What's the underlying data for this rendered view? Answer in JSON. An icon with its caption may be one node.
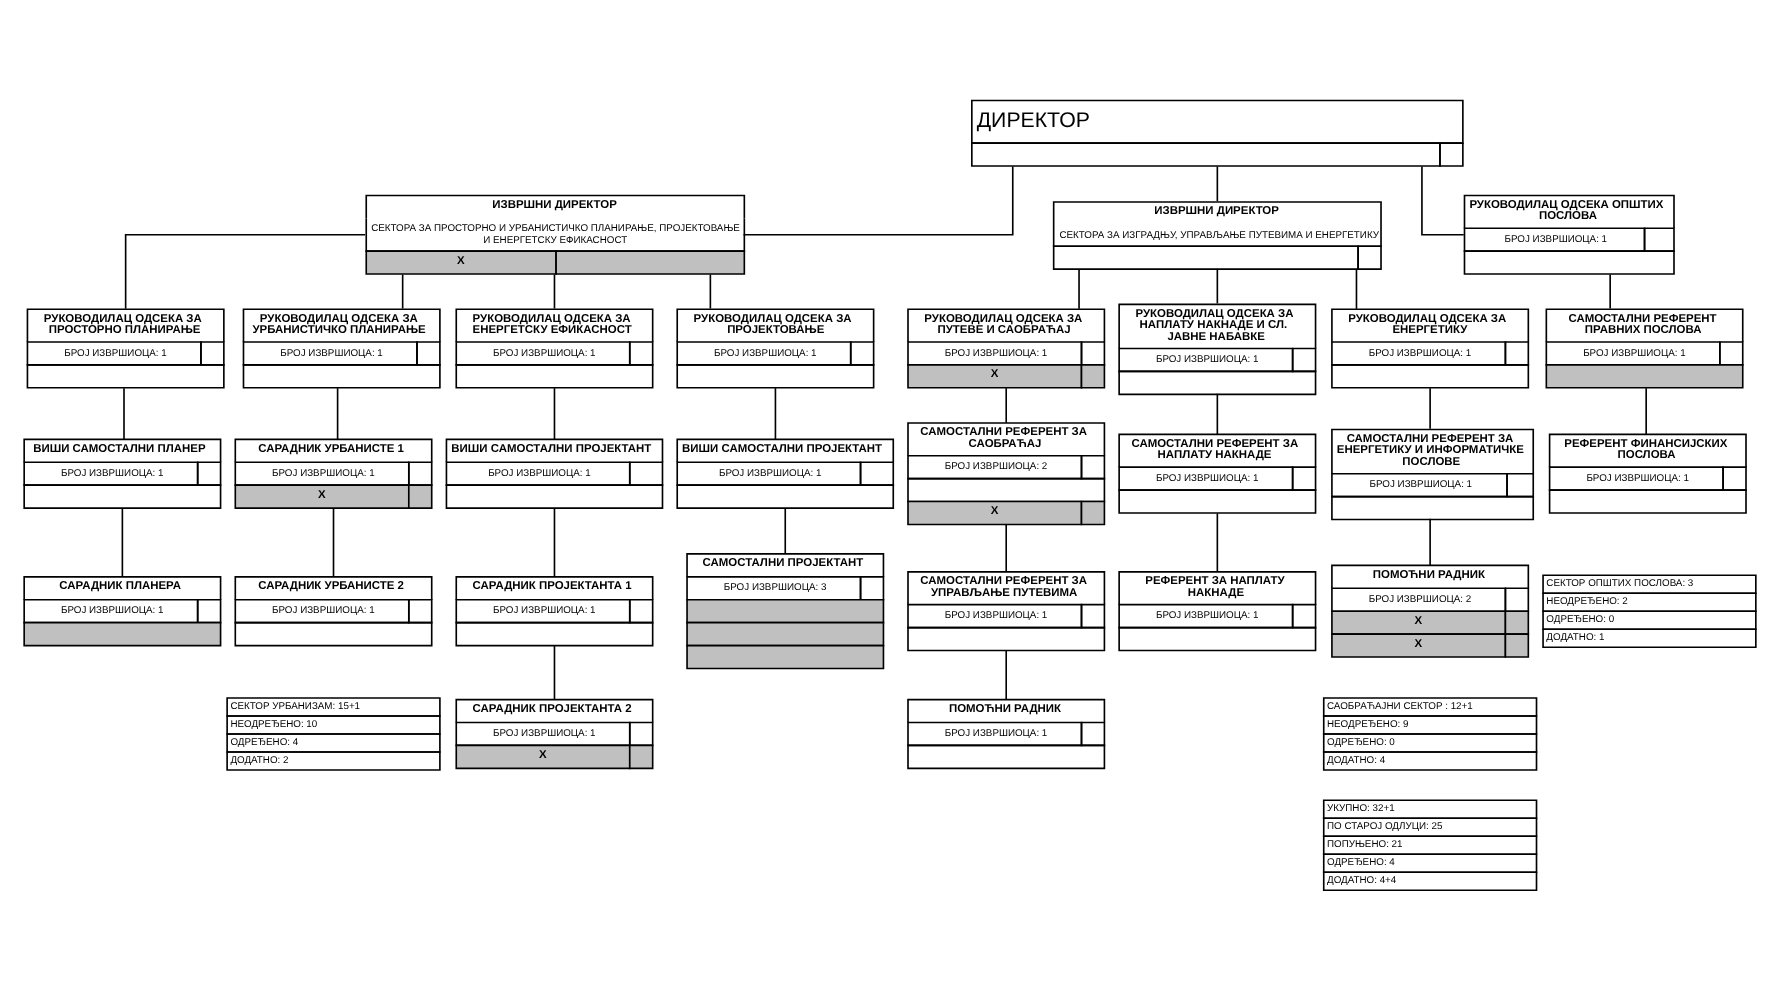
{
  "diagram": {
    "nodes": [
      {
        "text": [
          "ДИРЕКТОР"
        ]
      },
      {
        "text": [
          "ИЗВРШНИ ДИРЕКТОР",
          "СЕКТОРА ЗА ПРОСТОРНО И УРБАНИСТИЧКО ПЛАНИРАЊЕ, ПРОЈЕКТОВАЊЕ И ЕНЕРГЕТСКУ ЕФИКАСНОСТ",
          "X"
        ]
      },
      {
        "text": [
          "ИЗВРШНИ ДИРЕКТОР",
          "СЕКТОРА ЗА ИЗГРАДЊУ, УПРАВЉАЊЕ ПУТЕВИМА И ЕНЕРГЕТИКУ"
        ]
      },
      {
        "text": [
          "РУКОВОДИЛАЦ ОДСЕКА ЗА ПРОСТОРНО ПЛАНИРАЊЕ",
          "БРОЈ ИЗВРШИОЦА: 1"
        ]
      },
      {
        "text": [
          "РУКОВОДИЛАЦ ОДСЕКА ЗА УРБАНИСТИЧКО ПЛАНИРАЊЕ",
          "БРОЈ ИЗВРШИОЦА: 1"
        ]
      },
      {
        "text": [
          "РУКОВОДИЛАЦ ОДСЕКА ЗА ЕНЕРГЕТСКУ ЕФИКАСНОСТ",
          "БРОЈ ИЗВРШИОЦА: 1"
        ]
      },
      {
        "text": [
          "РУКОВОДИЛАЦ ОДСЕКА ЗА ПРОЈЕКТОВАЊЕ",
          "БРОЈ ИЗВРШИОЦА: 1"
        ]
      },
      {
        "text": [
          "РУКОВОДИЛАЦ ОДСЕКА ОПШТИХ ПОСЛОВА",
          "БРОЈ ИЗВРШИОЦА: 1"
        ]
      },
      {
        "text": [
          "РУКОВОДИЛАЦ ОДСЕКА ЗА ПУТЕВЕ И САОБРАЋАЈ",
          "БРОЈ ИЗВРШИОЦА: 1",
          "X"
        ]
      },
      {
        "text": [
          "РУКОВОДИЛАЦ ОДСЕКА ЗА НАПЛАТУ НАКНАДЕ И СЛ. ЈАВНЕ НАБАВКЕ",
          "БРОЈ ИЗВРШИОЦА: 1"
        ]
      },
      {
        "text": [
          "РУКОВОДИЛАЦ ОДСЕКА ЗА ЕНЕРГЕТИКУ",
          "БРОЈ ИЗВРШИОЦА: 1"
        ]
      },
      {
        "text": [
          "ВИШИ САМОСТАЛНИ ПЛАНЕР",
          "БРОЈ ИЗВРШИОЦА: 1"
        ]
      },
      {
        "text": [
          "САРАДНИК ПЛАНЕРА",
          "БРОЈ ИЗВРШИОЦА: 1"
        ]
      },
      {
        "text": [
          "САРАДНИК УРБАНИСТЕ 1",
          "БРОЈ ИЗВРШИОЦА: 1",
          "X"
        ]
      },
      {
        "text": [
          "САРАДНИК УРБАНИСТЕ 2",
          "БРОЈ ИЗВРШИОЦА: 1"
        ]
      },
      {
        "text": [
          "ВИШИ САМОСТАЛНИ ПРОЈЕКТАНТ",
          "БРОЈ ИЗВРШИОЦА: 1"
        ]
      },
      {
        "text": [
          "САРАДНИК ПРОЈЕКТАНТА 1",
          "БРОЈ ИЗВРШИОЦА: 1"
        ]
      },
      {
        "text": [
          "САРАДНИК ПРОЈЕКТАНТА 2",
          "БРОЈ ИЗВРШИОЦА: 1",
          "X"
        ]
      },
      {
        "text": [
          "ВИШИ САМОСТАЛНИ ПРОЈЕКТАНТ",
          "БРОЈ ИЗВРШИОЦА: 1"
        ]
      },
      {
        "text": [
          "САМОСТАЛНИ ПРОЈЕКТАНТ",
          "БРОЈ ИЗВРШИОЦА: 3"
        ]
      },
      {
        "text": [
          "САМОСТАЛНИ РЕФЕРЕНТ ПРАВНИХ ПОСЛОВА",
          "БРОЈ ИЗВРШИОЦА: 1"
        ]
      },
      {
        "text": [
          "РЕФЕРЕНТ ФИНАНСИЈСКИХ ПОСЛОВА",
          "БРОЈ ИЗВРШИОЦА: 1"
        ]
      },
      {
        "text": [
          "САМОСТАЛНИ РЕФЕРЕНТ ЗА САОБРАЋАЈ",
          "БРОЈ ИЗВРШИОЦА: 2",
          "X"
        ]
      },
      {
        "text": [
          "САМОСТАЛНИ РЕФЕРЕНТ ЗА УПРАВЉАЊЕ ПУТЕВИМА",
          "БРОЈ ИЗВРШИОЦА: 1"
        ]
      },
      {
        "text": [
          "ПОМОЋНИ РАДНИК",
          "БРОЈ ИЗВРШИОЦА: 1"
        ]
      },
      {
        "text": [
          "САМОСТАЛНИ РЕФЕРЕНТ ЗА НАПЛАТУ НАКНАДЕ",
          "БРОЈ ИЗВРШИОЦА: 1"
        ]
      },
      {
        "text": [
          "РЕФЕРЕНТ ЗА НАПЛАТУ НАКНАДЕ",
          "БРОЈ ИЗВРШИОЦА: 1"
        ]
      },
      {
        "text": [
          "САМОСТАЛНИ РЕФЕРЕНТ ЗА ЕНЕРГЕТИКУ И ИНФОРМАТИЧКЕ ПОСЛОВЕ",
          "БРОЈ ИЗВРШИОЦА: 1"
        ]
      },
      {
        "text": [
          "ПОМОЋНИ РАДНИК",
          "БРОЈ ИЗВРШИОЦА: 2",
          "X",
          "X"
        ]
      }
    ],
    "edges": [
      {
        "from": 0,
        "to": 1,
        "arrow": "none"
      },
      {
        "from": 0,
        "to": 7,
        "arrow": "none"
      },
      {
        "from": 0,
        "to": 2,
        "arrow": "none"
      },
      {
        "from": 1,
        "to": 3,
        "arrow": "none"
      },
      {
        "from": 1,
        "to": 4,
        "arrow": "none"
      },
      {
        "from": 1,
        "to": 5,
        "arrow": "none"
      },
      {
        "from": 1,
        "to": 6,
        "arrow": "none"
      },
      {
        "from": 2,
        "to": 8,
        "arrow": "none"
      },
      {
        "from": 2,
        "to": 9,
        "arrow": "none"
      },
      {
        "from": 2,
        "to": 10,
        "arrow": "none"
      },
      {
        "from": 3,
        "to": 11,
        "arrow": "none"
      },
      {
        "from": 11,
        "to": 12,
        "arrow": "none"
      },
      {
        "from": 4,
        "to": 13,
        "arrow": "none"
      },
      {
        "from": 13,
        "to": 14,
        "arrow": "none"
      },
      {
        "from": 5,
        "to": 15,
        "arrow": "none"
      },
      {
        "from": 15,
        "to": 16,
        "arrow": "none"
      },
      {
        "from": 16,
        "to": 17,
        "arrow": "none"
      },
      {
        "from": 6,
        "to": 18,
        "arrow": "none"
      },
      {
        "from": 18,
        "to": 19,
        "arrow": "none"
      },
      {
        "from": 7,
        "to": 20,
        "arrow": "none"
      },
      {
        "from": 20,
        "to": 21,
        "arrow": "none"
      },
      {
        "from": 8,
        "to": 22,
        "arrow": "none"
      },
      {
        "from": 22,
        "to": 23,
        "arrow": "none"
      },
      {
        "from": 23,
        "to": 24,
        "arrow": "none"
      },
      {
        "from": 9,
        "to": 25,
        "arrow": "none"
      },
      {
        "from": 25,
        "to": 26,
        "arrow": "none"
      },
      {
        "from": 10,
        "to": 27,
        "arrow": "none"
      },
      {
        "from": 27,
        "to": 28,
        "arrow": "none"
      }
    ],
    "labels": [
      "СЕКТОР УРБАНИЗАМ: 15+1",
      "НЕОДРЕЂЕНО: 10",
      "ОДРЕЂЕНО: 4",
      "ДОДАТНО: 2",
      "СЕКТОР ОПШТИХ ПОСЛОВА: 3",
      "НЕОДРЕЂЕНО: 2",
      "ОДРЕЂЕНО: 0",
      "ДОДАТНО: 1",
      "САОБРАЋАЈНИ СЕКТОР : 12+1",
      "НЕОДРЕЂЕНО: 9",
      "ОДРЕЂЕНО: 0",
      "ДОДАТНО: 4",
      "УКУПНО: 32+1",
      "ПО СТАРОЈ ОДЛУЦИ: 25",
      "ПОПУЊЕНО: 21",
      "ОДРЕЂЕНО: 4",
      "ДОДАТНО: 4+4"
    ]
  }
}
